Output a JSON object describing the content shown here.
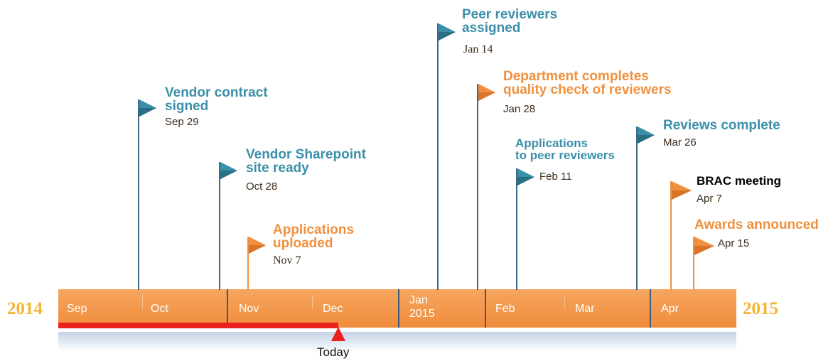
{
  "years": {
    "start": "2014",
    "end": "2015"
  },
  "months": [
    "Sep",
    "Oct",
    "Nov",
    "Dec",
    "Jan\n2015",
    "Feb",
    "Mar",
    "Apr"
  ],
  "today_label": "Today",
  "colors": {
    "teal": "#3b8fa8",
    "orange": "#f0903e",
    "bar": "#f39042",
    "progress": "#e8211e",
    "year": "#f4b531"
  },
  "milestones": [
    {
      "title": "Vendor contract\nsigned",
      "date": "Sep 29",
      "color": "teal"
    },
    {
      "title": "Vendor Sharepoint\nsite ready",
      "date": "Oct 28",
      "color": "teal"
    },
    {
      "title": "Applications\nuploaded",
      "date": "Nov 7",
      "color": "orange"
    },
    {
      "title": "Peer reviewers\nassigned",
      "date": "Jan 14",
      "color": "teal"
    },
    {
      "title": "Department completes\nquality check of reviewers",
      "date": "Jan 28",
      "color": "orange"
    },
    {
      "title": "Applications\nto peer reviewers",
      "date": "Feb 11",
      "color": "teal"
    },
    {
      "title": "Reviews complete",
      "date": "Mar 26",
      "color": "teal"
    },
    {
      "title": "BRAC meeting",
      "date": "Apr 7",
      "color": "orange"
    },
    {
      "title": "Awards announced",
      "date": "Apr 15",
      "color": "orange"
    }
  ]
}
